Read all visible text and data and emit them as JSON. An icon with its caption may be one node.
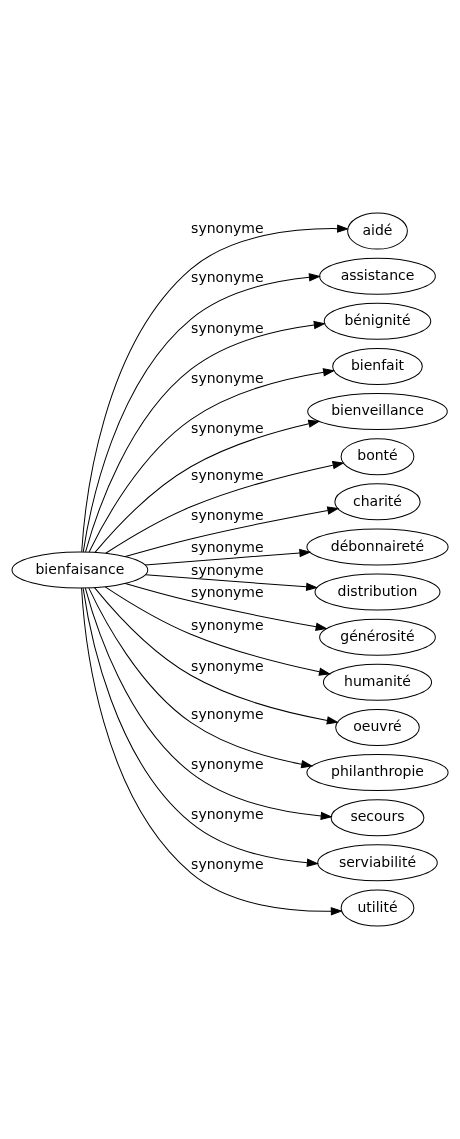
{
  "diagram": {
    "nodes": [
      {
        "text": [
          "bienfaisance"
        ]
      },
      {
        "text": [
          "aidé"
        ]
      },
      {
        "text": [
          "assistance"
        ]
      },
      {
        "text": [
          "bénignité"
        ]
      },
      {
        "text": [
          "bienfait"
        ]
      },
      {
        "text": [
          "bienveillance"
        ]
      },
      {
        "text": [
          "bonté"
        ]
      },
      {
        "text": [
          "charité"
        ]
      },
      {
        "text": [
          "débonnaireté"
        ]
      },
      {
        "text": [
          "distribution"
        ]
      },
      {
        "text": [
          "générosité"
        ]
      },
      {
        "text": [
          "humanité"
        ]
      },
      {
        "text": [
          "oeuvré"
        ]
      },
      {
        "text": [
          "philanthropie"
        ]
      },
      {
        "text": [
          "secours"
        ]
      },
      {
        "text": [
          "serviabilité"
        ]
      },
      {
        "text": [
          "utilité"
        ]
      }
    ],
    "edges": [
      {
        "from": 0,
        "to": 1,
        "arrow": "to",
        "label": "synonyme"
      },
      {
        "from": 0,
        "to": 2,
        "arrow": "to",
        "label": "synonyme"
      },
      {
        "from": 0,
        "to": 3,
        "arrow": "to",
        "label": "synonyme"
      },
      {
        "from": 0,
        "to": 4,
        "arrow": "to",
        "label": "synonyme"
      },
      {
        "from": 0,
        "to": 5,
        "arrow": "to",
        "label": "synonyme"
      },
      {
        "from": 0,
        "to": 6,
        "arrow": "to",
        "label": "synonyme"
      },
      {
        "from": 0,
        "to": 7,
        "arrow": "to",
        "label": "synonyme"
      },
      {
        "from": 0,
        "to": 8,
        "arrow": "to",
        "label": "synonyme"
      },
      {
        "from": 0,
        "to": 9,
        "arrow": "to",
        "label": "synonyme"
      },
      {
        "from": 0,
        "to": 10,
        "arrow": "to",
        "label": "synonyme"
      },
      {
        "from": 0,
        "to": 11,
        "arrow": "to",
        "label": "synonyme"
      },
      {
        "from": 0,
        "to": 12,
        "arrow": "to",
        "label": "synonyme"
      },
      {
        "from": 0,
        "to": 13,
        "arrow": "to",
        "label": "synonyme"
      },
      {
        "from": 0,
        "to": 14,
        "arrow": "to",
        "label": "synonyme"
      },
      {
        "from": 0,
        "to": 15,
        "arrow": "to",
        "label": "synonyme"
      },
      {
        "from": 0,
        "to": 16,
        "arrow": "to",
        "label": "synonyme"
      }
    ]
  }
}
